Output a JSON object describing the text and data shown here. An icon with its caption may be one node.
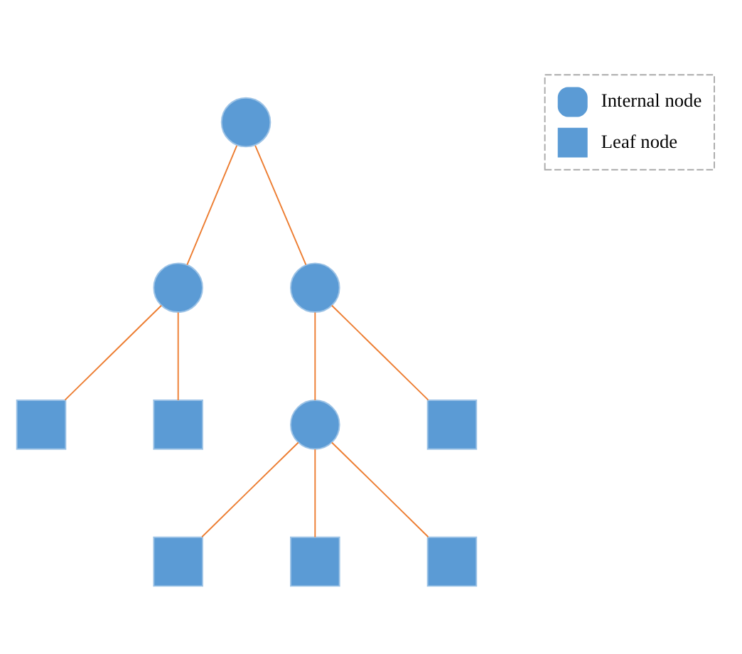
{
  "diagram": {
    "nodes": [
      {
        "text": [],
        "shape": "circle"
      },
      {
        "text": [],
        "shape": "circle"
      },
      {
        "text": [],
        "shape": "circle"
      },
      {
        "text": [],
        "shape": "box"
      },
      {
        "text": [],
        "shape": "box"
      },
      {
        "text": [],
        "shape": "circle"
      },
      {
        "text": [],
        "shape": "box"
      },
      {
        "text": [],
        "shape": "box"
      },
      {
        "text": [],
        "shape": "box"
      },
      {
        "text": [],
        "shape": "box"
      }
    ],
    "edges": [
      {
        "from": 0,
        "to": 1,
        "arrow": "none"
      },
      {
        "from": 0,
        "to": 2,
        "arrow": "none"
      },
      {
        "from": 1,
        "to": 3,
        "arrow": "none"
      },
      {
        "from": 1,
        "to": 4,
        "arrow": "none"
      },
      {
        "from": 2,
        "to": 5,
        "arrow": "none"
      },
      {
        "from": 2,
        "to": 6,
        "arrow": "none"
      },
      {
        "from": 5,
        "to": 7,
        "arrow": "none"
      },
      {
        "from": 5,
        "to": 8,
        "arrow": "none"
      },
      {
        "from": 5,
        "to": 9,
        "arrow": "none"
      }
    ],
    "legend": [
      {
        "text": "Internal node"
      },
      {
        "text": "Leaf node"
      }
    ]
  }
}
